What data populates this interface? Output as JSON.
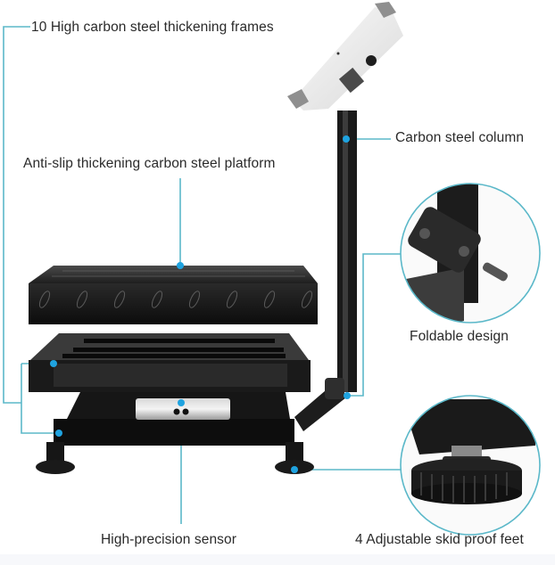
{
  "product": "Platform weighing scale",
  "colors": {
    "accent": "#5bb8c9",
    "dot": "#1fa3e0",
    "steel_dark": "#111111",
    "steel_mid": "#3a3a3a",
    "display_body": "#eeeeee",
    "text": "#2a2a2a"
  },
  "callouts": {
    "frames": "10 High carbon steel thickening frames",
    "platform": "Anti-slip thickening carbon steel platform",
    "column": "Carbon steel column",
    "foldable": "Foldable design",
    "sensor": "High-precision sensor",
    "feet": "4 Adjustable skid proof feet"
  }
}
